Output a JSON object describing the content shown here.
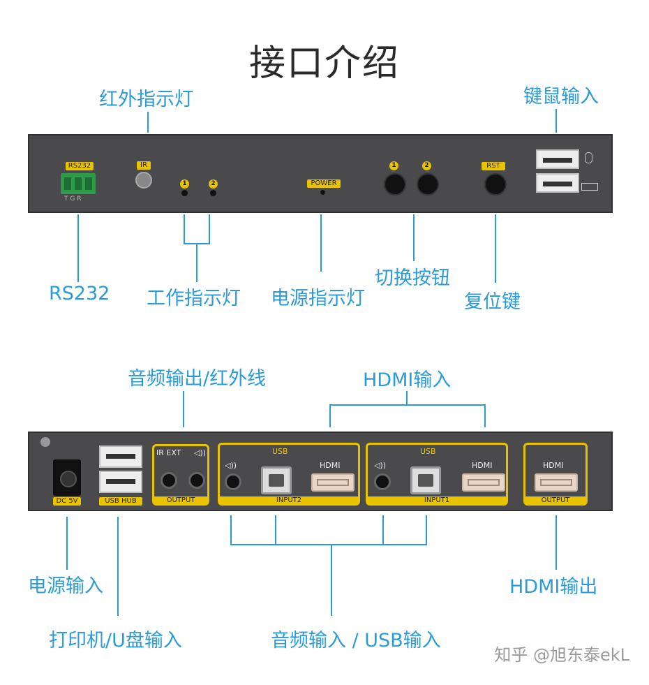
{
  "title": "接口介绍",
  "front_panel": {
    "callouts": {
      "ir_indicator": "红外指示灯",
      "kbm_input": "键鼠输入",
      "rs232": "RS232",
      "work_indicator": "工作指示灯",
      "power_indicator": "电源指示灯",
      "switch_buttons": "切换按钮",
      "reset_key": "复位键"
    },
    "labels": {
      "rs232": "RS232",
      "rs232_pins": "T  G  R",
      "ir": "IR",
      "led1": "1",
      "led2": "2",
      "power": "POWER",
      "btn1": "1",
      "btn2": "2",
      "rst": "RST"
    }
  },
  "rear_panel": {
    "callouts": {
      "audio_ir_out": "音频输出/红外线",
      "hdmi_in": "HDMI输入",
      "power_in": "电源输入",
      "printer_udisk": "打印机/U盘输入",
      "audio_usb_in": "音频输入 / USB输入",
      "hdmi_out": "HDMI输出"
    },
    "labels": {
      "dc": "DC 5V",
      "usb_hub": "USB HUB",
      "ir_ext": "IR EXT",
      "output": "OUTPUT",
      "usb": "USB",
      "hdmi": "HDMI",
      "input2": "INPUT2",
      "input1": "INPUT1",
      "hdmi_output": "OUTPUT",
      "speaker": "◁))"
    }
  },
  "watermark": "知乎 @旭东泰ekL",
  "colors": {
    "accent": "#2b9bd7",
    "panel": "#4a4a4c",
    "label_yellow": "#e8c300"
  }
}
